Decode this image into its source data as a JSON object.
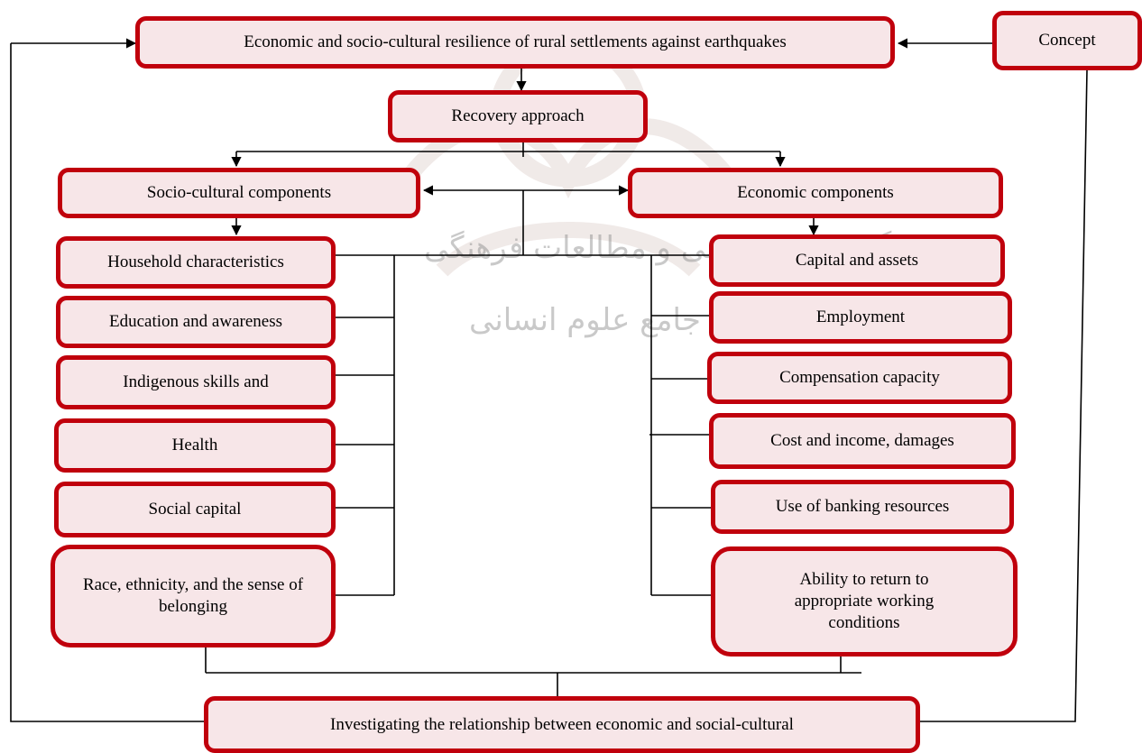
{
  "nodes": {
    "resilience": "Economic and socio-cultural resilience of rural settlements against earthquakes",
    "concept": "Concept",
    "recovery": "Recovery approach",
    "socio_cultural": "Socio-cultural components",
    "economic": "Economic components",
    "investigating": "Investigating the relationship between economic and social-cultural"
  },
  "social_items": [
    "Household characteristics",
    "Education and awareness",
    "Indigenous skills and",
    "Health",
    "Social capital",
    "Race, ethnicity, and the sense of belonging"
  ],
  "economic_items": [
    "Capital and assets",
    "Employment",
    "Compensation capacity",
    "Cost and income, damages",
    "Use of banking resources",
    "Ability to return to appropriate working conditions"
  ],
  "watermark": {
    "line1": "پژوهشگاه علوم انسانی و مطالعات فرهنگی",
    "line2": "پرتال جامع علوم انسانی"
  },
  "colors": {
    "box_border": "#c0000c",
    "box_fill": "#f7e6e8",
    "connector": "#000000"
  }
}
